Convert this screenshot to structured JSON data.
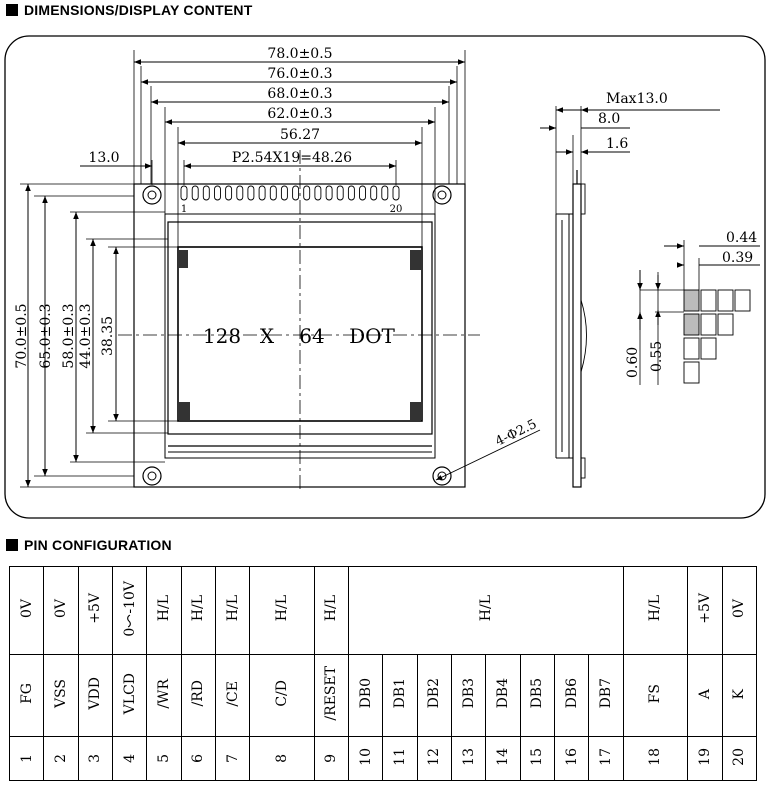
{
  "headings": {
    "dimensions": "DIMENSIONS/DISPLAY CONTENT",
    "pins": "PIN CONFIGURATION"
  },
  "drawing": {
    "width_labels": [
      "78.0±0.5",
      "76.0±0.3",
      "68.0±0.3",
      "62.0±0.3",
      "56.27",
      "P2.54X19=48.26"
    ],
    "left_offset": "13.0",
    "height_labels": [
      "70.0±0.5",
      "65.0±0.3",
      "58.0±0.3",
      "44.0±0.3",
      "38.35"
    ],
    "pin_first": "1",
    "pin_last": "20",
    "display_text": [
      "128",
      "X",
      "64",
      "DOT"
    ],
    "hole_label": "4-Φ2.5",
    "side_labels": [
      "Max13.0",
      "8.0",
      "1.6"
    ],
    "dot_labels": [
      "0.44",
      "0.39",
      "0.60",
      "0.55"
    ]
  },
  "pin_table": {
    "levels": [
      "0V",
      "0V",
      "+5V",
      "0～-10V",
      "H/L",
      "H/L",
      "H/L",
      "H/L",
      "H/L",
      "H/L",
      "H/L",
      "+5V",
      "0V"
    ],
    "names": [
      "FG",
      "VSS",
      "VDD",
      "VLCD",
      "/WR",
      "/RD",
      "/CE",
      "C/D",
      "/RESET",
      "DB0",
      "DB1",
      "DB2",
      "DB3",
      "DB4",
      "DB5",
      "DB6",
      "DB7",
      "FS",
      "A",
      "K"
    ],
    "numbers": [
      "1",
      "2",
      "3",
      "4",
      "5",
      "6",
      "7",
      "8",
      "9",
      "10",
      "11",
      "12",
      "13",
      "14",
      "15",
      "16",
      "17",
      "18",
      "19",
      "20"
    ]
  }
}
